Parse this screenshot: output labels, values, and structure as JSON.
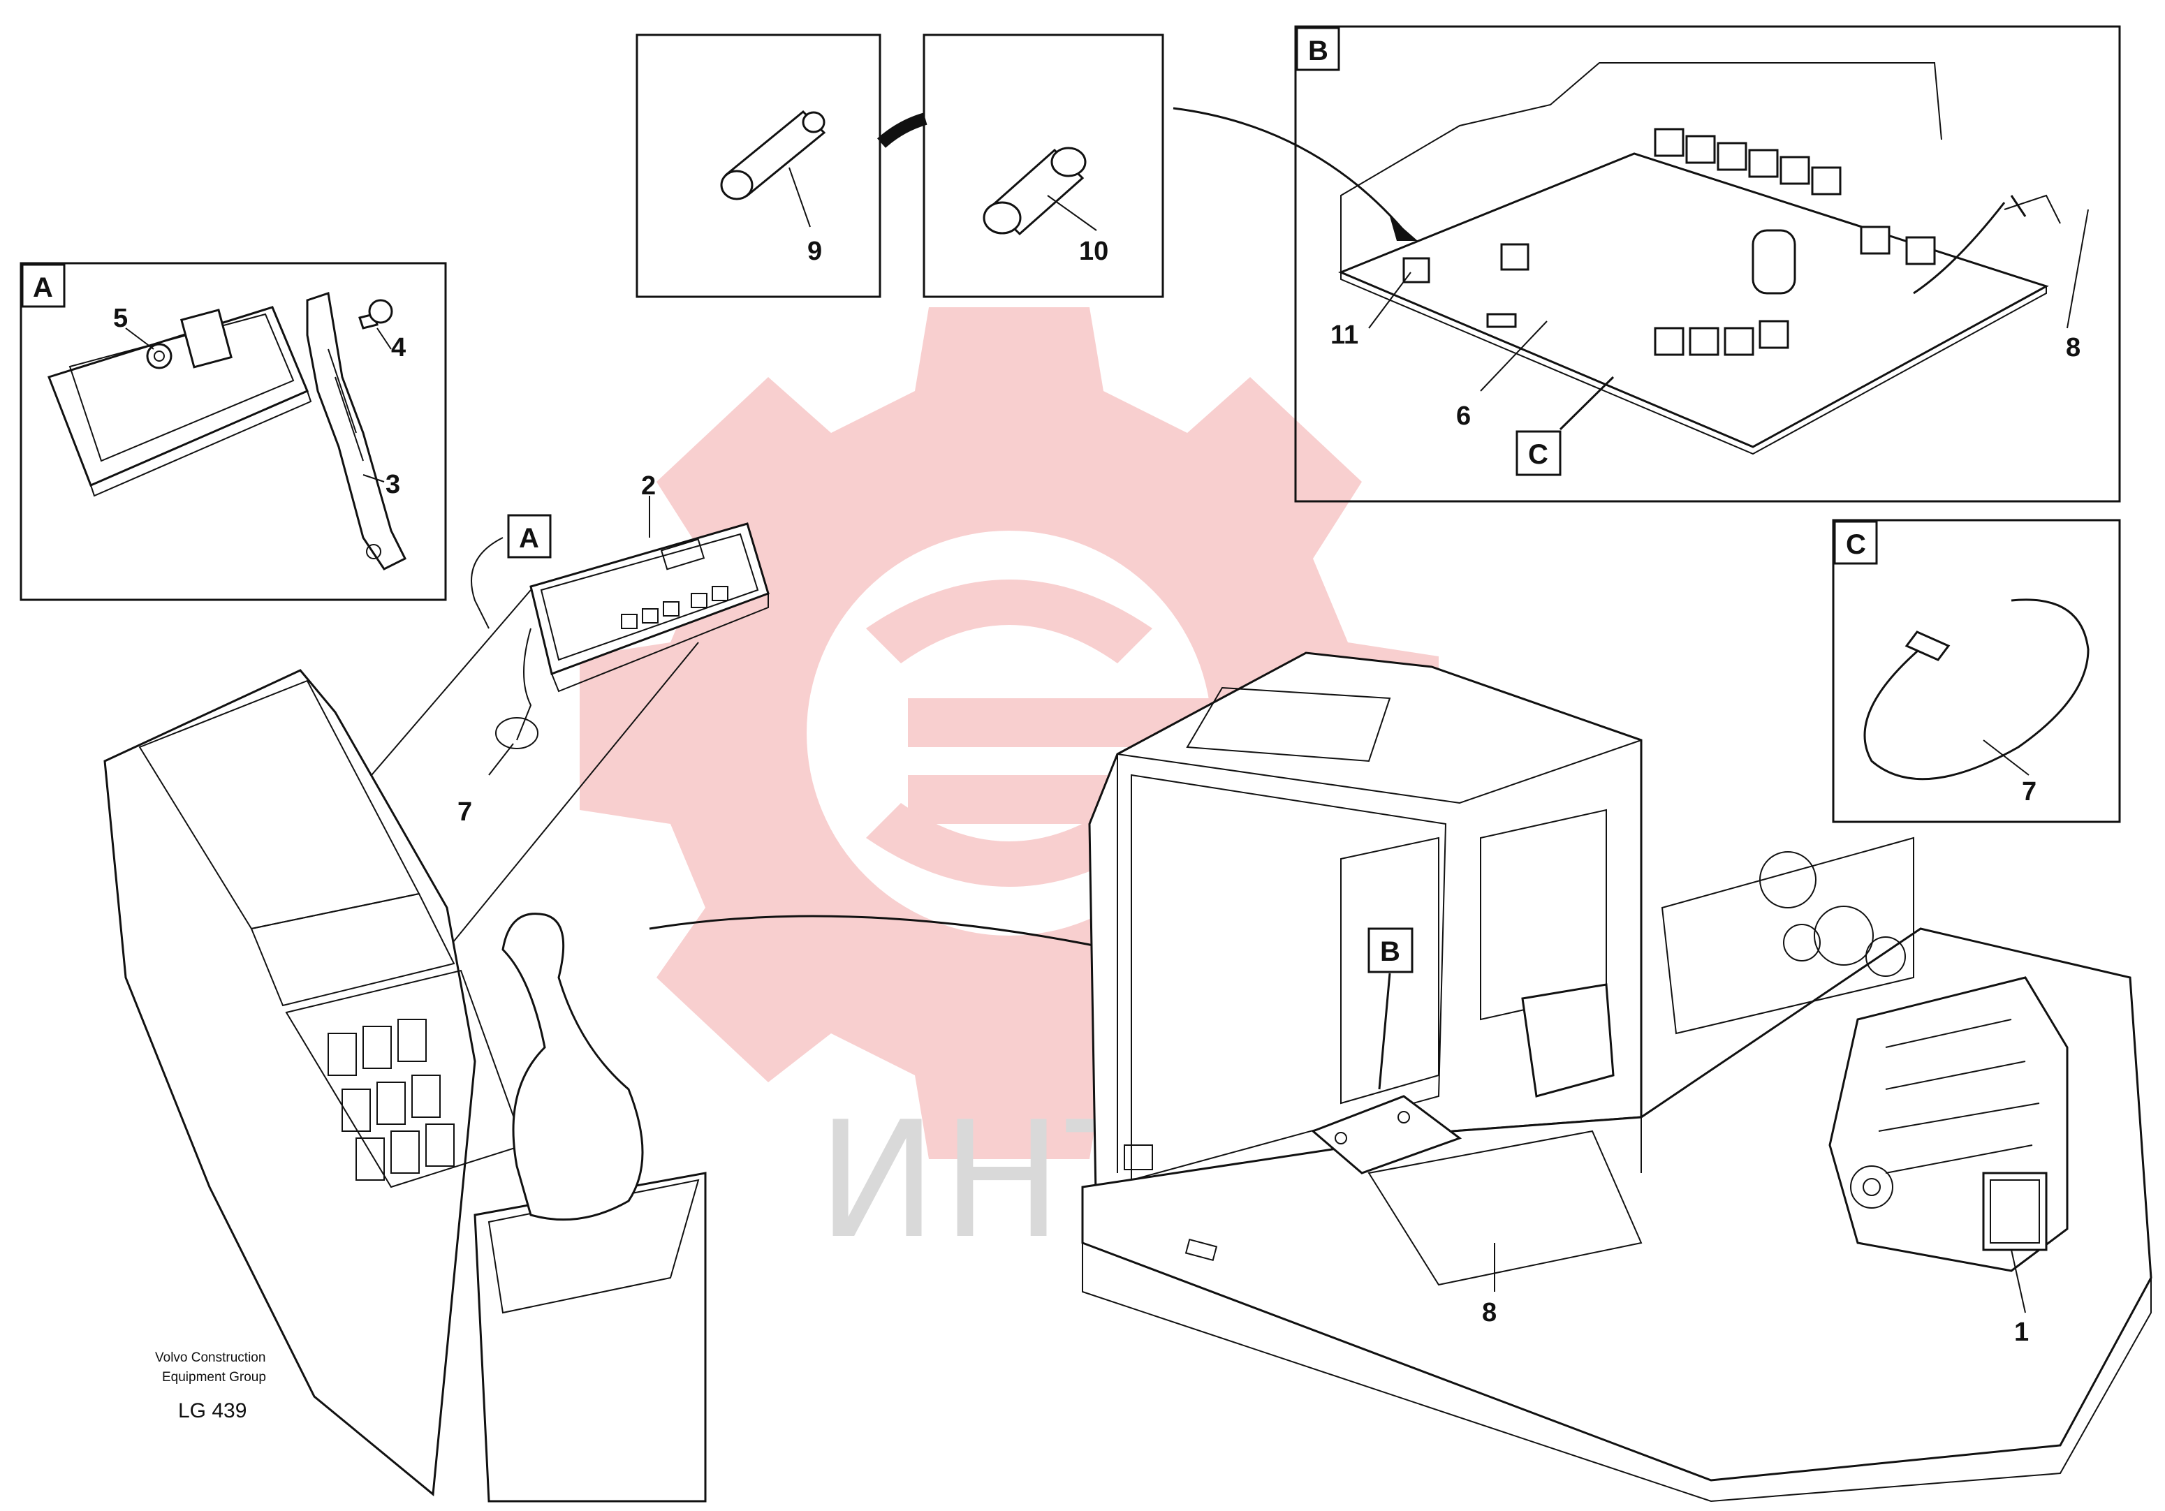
{
  "labels": {
    "n1": "1",
    "n2": "2",
    "n3": "3",
    "n4": "4",
    "n5": "5",
    "n6": "6",
    "n7a": "7",
    "n7b": "7",
    "n8a": "8",
    "n8b": "8",
    "n9": "9",
    "n10": "10",
    "n11": "11"
  },
  "boxes": {
    "a_inset": "A",
    "a_callout": "A",
    "b_inset": "B",
    "b_callout": "B",
    "c_inset": "C",
    "c_callout": "C"
  },
  "footer": {
    "company_line1": "Volvo Construction",
    "company_line2": "Equipment Group",
    "code": "LG 439"
  },
  "watermark": {
    "text": "ИНТЕХ",
    "color": "#f2b3b3"
  }
}
